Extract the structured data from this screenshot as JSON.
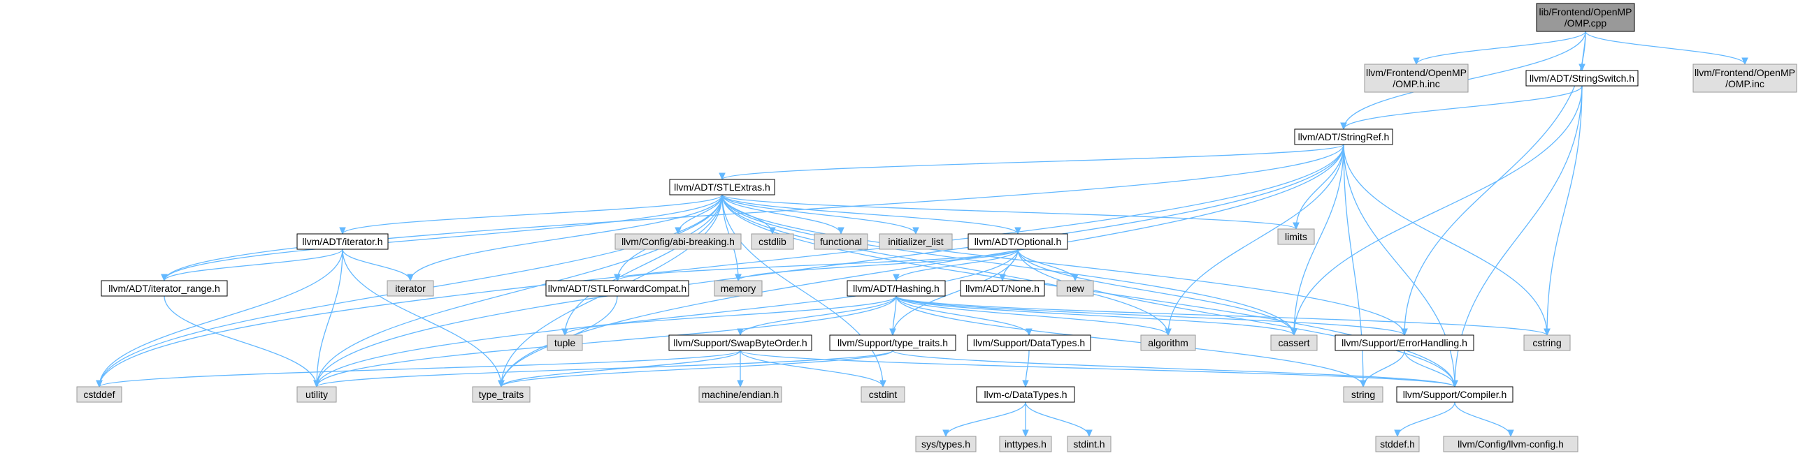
{
  "graph": {
    "title": "",
    "colors": {
      "edge": "#63b8ff",
      "root_fill": "#999999",
      "project_fill": "#ffffff",
      "system_fill": "#e0e0e0",
      "border": "#000000",
      "system_border": "#999999"
    },
    "nodes": [
      {
        "id": "omp_cpp",
        "kind": "root",
        "lines": [
          "lib/Frontend/OpenMP",
          "/OMP.cpp"
        ]
      },
      {
        "id": "omp_h_inc",
        "kind": "system",
        "lines": [
          "llvm/Frontend/OpenMP",
          "/OMP.h.inc"
        ]
      },
      {
        "id": "stringswitch",
        "kind": "project",
        "lines": [
          "llvm/ADT/StringSwitch.h"
        ]
      },
      {
        "id": "omp_inc",
        "kind": "system",
        "lines": [
          "llvm/Frontend/OpenMP",
          "/OMP.inc"
        ]
      },
      {
        "id": "stringref",
        "kind": "project",
        "lines": [
          "llvm/ADT/StringRef.h"
        ]
      },
      {
        "id": "stlextras",
        "kind": "project",
        "lines": [
          "llvm/ADT/STLExtras.h"
        ]
      },
      {
        "id": "iterator_h",
        "kind": "project",
        "lines": [
          "llvm/ADT/iterator.h"
        ]
      },
      {
        "id": "abi_breaking",
        "kind": "system",
        "lines": [
          "llvm/Config/abi-breaking.h"
        ]
      },
      {
        "id": "cstdlib",
        "kind": "system",
        "lines": [
          "cstdlib"
        ]
      },
      {
        "id": "functional",
        "kind": "system",
        "lines": [
          "functional"
        ]
      },
      {
        "id": "initializer_list",
        "kind": "system",
        "lines": [
          "initializer_list"
        ]
      },
      {
        "id": "optional",
        "kind": "project",
        "lines": [
          "llvm/ADT/Optional.h"
        ]
      },
      {
        "id": "limits",
        "kind": "system",
        "lines": [
          "limits"
        ]
      },
      {
        "id": "iterator_range",
        "kind": "project",
        "lines": [
          "llvm/ADT/iterator_range.h"
        ]
      },
      {
        "id": "iterator",
        "kind": "system",
        "lines": [
          "iterator"
        ]
      },
      {
        "id": "memory",
        "kind": "system",
        "lines": [
          "memory"
        ]
      },
      {
        "id": "stlforward",
        "kind": "project",
        "lines": [
          "llvm/ADT/STLForwardCompat.h"
        ]
      },
      {
        "id": "hashing",
        "kind": "project",
        "lines": [
          "llvm/ADT/Hashing.h"
        ]
      },
      {
        "id": "none",
        "kind": "project",
        "lines": [
          "llvm/ADT/None.h"
        ]
      },
      {
        "id": "new",
        "kind": "system",
        "lines": [
          "new"
        ]
      },
      {
        "id": "tuple",
        "kind": "system",
        "lines": [
          "tuple"
        ]
      },
      {
        "id": "swapbyteorder",
        "kind": "project",
        "lines": [
          "llvm/Support/SwapByteOrder.h"
        ]
      },
      {
        "id": "type_traits_h",
        "kind": "project",
        "lines": [
          "llvm/Support/type_traits.h"
        ]
      },
      {
        "id": "datatypes_h",
        "kind": "project",
        "lines": [
          "llvm/Support/DataTypes.h"
        ]
      },
      {
        "id": "algorithm",
        "kind": "system",
        "lines": [
          "algorithm"
        ]
      },
      {
        "id": "cassert",
        "kind": "system",
        "lines": [
          "cassert"
        ]
      },
      {
        "id": "errorhandling",
        "kind": "project",
        "lines": [
          "llvm/Support/ErrorHandling.h"
        ]
      },
      {
        "id": "cstring",
        "kind": "system",
        "lines": [
          "cstring"
        ]
      },
      {
        "id": "cstddef",
        "kind": "system",
        "lines": [
          "cstddef"
        ]
      },
      {
        "id": "utility",
        "kind": "system",
        "lines": [
          "utility"
        ]
      },
      {
        "id": "type_traits",
        "kind": "system",
        "lines": [
          "type_traits"
        ]
      },
      {
        "id": "machine_endian",
        "kind": "system",
        "lines": [
          "machine/endian.h"
        ]
      },
      {
        "id": "cstdint",
        "kind": "system",
        "lines": [
          "cstdint"
        ]
      },
      {
        "id": "c_datatypes",
        "kind": "project",
        "lines": [
          "llvm-c/DataTypes.h"
        ]
      },
      {
        "id": "string",
        "kind": "system",
        "lines": [
          "string"
        ]
      },
      {
        "id": "compiler",
        "kind": "project",
        "lines": [
          "llvm/Support/Compiler.h"
        ]
      },
      {
        "id": "sys_types",
        "kind": "system",
        "lines": [
          "sys/types.h"
        ]
      },
      {
        "id": "inttypes",
        "kind": "system",
        "lines": [
          "inttypes.h"
        ]
      },
      {
        "id": "stdint",
        "kind": "system",
        "lines": [
          "stdint.h"
        ]
      },
      {
        "id": "stddef",
        "kind": "system",
        "lines": [
          "stddef.h"
        ]
      },
      {
        "id": "llvm_config",
        "kind": "system",
        "lines": [
          "llvm/Config/llvm-config.h"
        ]
      }
    ],
    "edges": [
      [
        "omp_cpp",
        "omp_h_inc"
      ],
      [
        "omp_cpp",
        "stringswitch"
      ],
      [
        "omp_cpp",
        "omp_inc"
      ],
      [
        "omp_cpp",
        "stringref"
      ],
      [
        "omp_cpp",
        "errorhandling"
      ],
      [
        "stringswitch",
        "stringref"
      ],
      [
        "stringswitch",
        "cassert"
      ],
      [
        "stringswitch",
        "cstring"
      ],
      [
        "stringswitch",
        "compiler"
      ],
      [
        "stringref",
        "stlextras"
      ],
      [
        "stringref",
        "iterator_range"
      ],
      [
        "stringref",
        "limits"
      ],
      [
        "stringref",
        "algorithm"
      ],
      [
        "stringref",
        "cassert"
      ],
      [
        "stringref",
        "cstring"
      ],
      [
        "stringref",
        "cstddef"
      ],
      [
        "stringref",
        "utility"
      ],
      [
        "stringref",
        "type_traits"
      ],
      [
        "stringref",
        "string"
      ],
      [
        "stringref",
        "compiler"
      ],
      [
        "stlextras",
        "iterator_h"
      ],
      [
        "stlextras",
        "abi_breaking"
      ],
      [
        "stlextras",
        "cstdlib"
      ],
      [
        "stlextras",
        "functional"
      ],
      [
        "stlextras",
        "initializer_list"
      ],
      [
        "stlextras",
        "optional"
      ],
      [
        "stlextras",
        "limits"
      ],
      [
        "stlextras",
        "iterator_range"
      ],
      [
        "stlextras",
        "iterator"
      ],
      [
        "stlextras",
        "memory"
      ],
      [
        "stlextras",
        "stlforward"
      ],
      [
        "stlextras",
        "tuple"
      ],
      [
        "stlextras",
        "algorithm"
      ],
      [
        "stlextras",
        "cassert"
      ],
      [
        "stlextras",
        "errorhandling"
      ],
      [
        "stlextras",
        "cstddef"
      ],
      [
        "stlextras",
        "utility"
      ],
      [
        "stlextras",
        "type_traits"
      ],
      [
        "stlextras",
        "cstdint"
      ],
      [
        "stlextras",
        "compiler"
      ],
      [
        "iterator_h",
        "iterator_range"
      ],
      [
        "iterator_h",
        "iterator"
      ],
      [
        "iterator_h",
        "cstddef"
      ],
      [
        "iterator_h",
        "utility"
      ],
      [
        "iterator_h",
        "type_traits"
      ],
      [
        "iterator_range",
        "utility"
      ],
      [
        "optional",
        "stlforward"
      ],
      [
        "optional",
        "hashing"
      ],
      [
        "optional",
        "none"
      ],
      [
        "optional",
        "new"
      ],
      [
        "optional",
        "memory"
      ],
      [
        "optional",
        "type_traits_h"
      ],
      [
        "optional",
        "cassert"
      ],
      [
        "optional",
        "compiler"
      ],
      [
        "optional",
        "utility"
      ],
      [
        "stlforward",
        "type_traits"
      ],
      [
        "hashing",
        "swapbyteorder"
      ],
      [
        "hashing",
        "type_traits_h"
      ],
      [
        "hashing",
        "datatypes_h"
      ],
      [
        "hashing",
        "errorhandling"
      ],
      [
        "hashing",
        "algorithm"
      ],
      [
        "hashing",
        "cassert"
      ],
      [
        "hashing",
        "cstring"
      ],
      [
        "hashing",
        "string"
      ],
      [
        "hashing",
        "tuple"
      ],
      [
        "hashing",
        "utility"
      ],
      [
        "swapbyteorder",
        "compiler"
      ],
      [
        "swapbyteorder",
        "machine_endian"
      ],
      [
        "swapbyteorder",
        "cstddef"
      ],
      [
        "swapbyteorder",
        "cstdint"
      ],
      [
        "swapbyteorder",
        "type_traits"
      ],
      [
        "type_traits_h",
        "compiler"
      ],
      [
        "type_traits_h",
        "type_traits"
      ],
      [
        "type_traits_h",
        "utility"
      ],
      [
        "datatypes_h",
        "c_datatypes"
      ],
      [
        "c_datatypes",
        "sys_types"
      ],
      [
        "c_datatypes",
        "inttypes"
      ],
      [
        "c_datatypes",
        "stdint"
      ],
      [
        "errorhandling",
        "compiler"
      ],
      [
        "errorhandling",
        "string"
      ],
      [
        "compiler",
        "stddef"
      ],
      [
        "compiler",
        "llvm_config"
      ]
    ]
  }
}
